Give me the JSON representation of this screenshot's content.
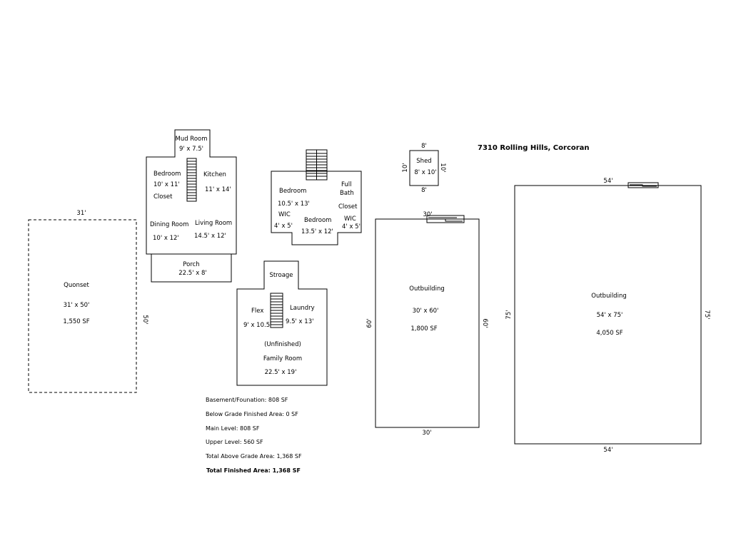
{
  "address": "7310 Rolling Hills, Corcoran",
  "quonset": {
    "top_dim": "31'",
    "side_dim": "50'",
    "name": "Quonset",
    "size": "31' x 50'",
    "area": "1,550 SF"
  },
  "main_level": {
    "mud_room": {
      "name": "Mud Room",
      "size": "9' x 7.5'"
    },
    "bedroom": {
      "name": "Bedroom",
      "size": "10' x 11'"
    },
    "closet": "Closet",
    "kitchen": {
      "name": "Kitchen",
      "size": "11' x 14'"
    },
    "dining_room": {
      "name": "Dining Room",
      "size": "10' x 12'"
    },
    "living_room": {
      "name": "Living Room",
      "size": "14.5' x 12'"
    },
    "porch": {
      "name": "Porch",
      "size": "22.5' x 8'"
    }
  },
  "upper_level": {
    "bedroom_left": {
      "name": "Bedroom",
      "size": "10.5' x 13'"
    },
    "full_bath": {
      "line1": "Full",
      "line2": "Bath"
    },
    "closet": "Closet",
    "wic_left": {
      "name": "WIC",
      "size": "4' x 5'"
    },
    "bedroom_center": {
      "name": "Bedroom",
      "size": "13.5' x 12'"
    },
    "wic_right": {
      "name": "WIC",
      "size": "4' x 5'"
    }
  },
  "shed": {
    "name": "Shed",
    "size": "8' x 10'",
    "top_dim": "8'",
    "bottom_dim": "8'",
    "left_dim": "10'",
    "right_dim": "10'"
  },
  "basement": {
    "storage": "Stroage",
    "flex": {
      "name": "Flex",
      "size": "9' x 10.5'"
    },
    "laundry": {
      "name": "Laundry",
      "size": "9.5' x 13'"
    },
    "unfinished": "(Unfinished)",
    "family_room": {
      "name": "Family Room",
      "size": "22.5' x 19'"
    }
  },
  "outbuilding_small": {
    "name": "Outbuilding",
    "size": "30' x 60'",
    "area": "1,800 SF",
    "top_dim": "30'",
    "bottom_dim": "30'",
    "left_dim": "60'",
    "right_dim": "60'"
  },
  "outbuilding_large": {
    "name": "Outbuilding",
    "size": "54' x 75'",
    "area": "4,050 SF",
    "top_dim": "54'",
    "bottom_dim": "54'",
    "left_dim": "75'",
    "right_dim": "75'"
  },
  "stats": {
    "basement": "Basement/Founation: 808 SF",
    "below_grade": "Below Grade Finished Area: 0 SF",
    "main_level": "Main Level: 808 SF",
    "upper_level": "Upper Level: 560 SF",
    "total_above": "Total Above Grade Area: 1,368 SF",
    "total_finished": "Total Finished Area: 1,368 SF"
  }
}
